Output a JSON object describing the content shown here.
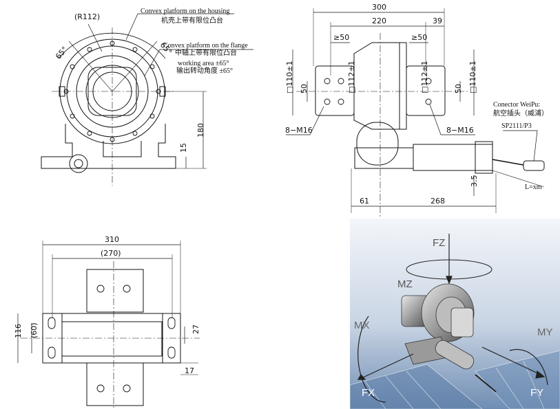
{
  "front_view": {
    "radius_label": "(R112)",
    "housing_note_en": "Convex platform on the housing",
    "housing_note_cn": "机壳上带有限位凸台",
    "flange_note_en": "Convex platform on the flange",
    "flange_note_cn": "中轴上带有限位凸台",
    "working_area_en": "working area ±65°",
    "working_area_cn": "输出转动角度 ±65°",
    "angle_left": "65°",
    "angle_right": "65°",
    "dim_height": "180",
    "dim_base": "15"
  },
  "side_view": {
    "dim_total": "300",
    "dim_220": "220",
    "dim_39": "39",
    "dim_min50_left": "≥50",
    "dim_min50_right": "≥50",
    "dim_sq110_left": "□110±1",
    "dim_sq110_right": "□110±1",
    "dim_50_left": "50",
    "dim_50_right": "50",
    "dim_sq112_left": "□112±1",
    "dim_sq112_right": "□112±1",
    "bolt_left": "8−M16",
    "bolt_right": "8−M16",
    "connector_en": "Conector WeiPu:",
    "connector_cn": "航空插头（威浦）",
    "connector_model": "SP2111/P3",
    "dim_3_5": "3.5",
    "cable_length": "L=xm",
    "dim_61": "61",
    "dim_268": "268"
  },
  "top_view": {
    "dim_310": "310",
    "dim_270": "(270)",
    "dim_116": "116",
    "dim_60": "(60)",
    "dim_27": "27",
    "dim_17": "17"
  },
  "render_3d": {
    "label_fz": "FZ",
    "label_mz": "MZ",
    "label_mx": "MX",
    "label_my": "MY",
    "label_fx": "FX",
    "label_fy": "FY",
    "colors": {
      "sky_top": "#e9eef5",
      "sky_bottom": "#5f7fa8",
      "panel": "#8fa7c6"
    }
  }
}
